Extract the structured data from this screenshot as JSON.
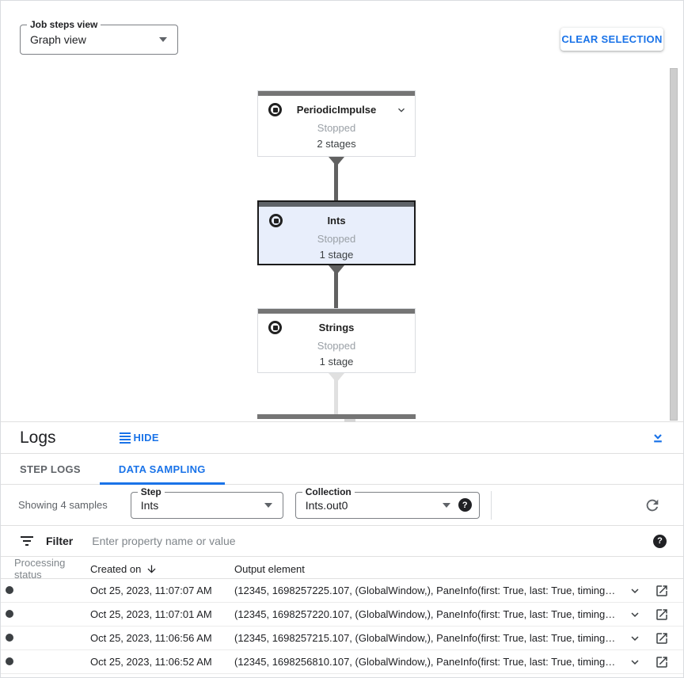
{
  "toolbar": {
    "job_steps_view": {
      "label": "Job steps view",
      "value": "Graph view"
    },
    "clear_selection_label": "CLEAR SELECTION"
  },
  "graph": {
    "nodes": [
      {
        "title": "PeriodicImpulse",
        "status": "Stopped",
        "stages": "2 stages",
        "selected": false,
        "expandable": true
      },
      {
        "title": "Ints",
        "status": "Stopped",
        "stages": "1 stage",
        "selected": true,
        "expandable": false
      },
      {
        "title": "Strings",
        "status": "Stopped",
        "stages": "1 stage",
        "selected": false,
        "expandable": false
      }
    ],
    "edges": [
      {
        "from": "PeriodicImpulse",
        "to": "Ints"
      },
      {
        "from": "Ints",
        "to": "Strings"
      },
      {
        "from": "Strings",
        "to": "(offscreen node)"
      }
    ]
  },
  "logs_panel": {
    "title": "Logs",
    "hide_label": "HIDE",
    "tabs": [
      {
        "label": "STEP LOGS",
        "active": false
      },
      {
        "label": "DATA SAMPLING",
        "active": true
      }
    ],
    "samples_summary": "Showing 4 samples",
    "step_select": {
      "label": "Step",
      "value": "Ints"
    },
    "collection_select": {
      "label": "Collection",
      "value": "Ints.out0"
    },
    "help_glyph": "?",
    "filter": {
      "label": "Filter",
      "placeholder": "Enter property name or value"
    },
    "table": {
      "columns": [
        "Processing status",
        "Created on",
        "Output element"
      ],
      "rows": [
        {
          "created_on": "Oct 25, 2023, 11:07:07 AM",
          "output_element": "(12345, 1698257225.107, (GlobalWindow,), PaneInfo(first: True, last: True, timing…"
        },
        {
          "created_on": "Oct 25, 2023, 11:07:01 AM",
          "output_element": "(12345, 1698257220.107, (GlobalWindow,), PaneInfo(first: True, last: True, timing…"
        },
        {
          "created_on": "Oct 25, 2023, 11:06:56 AM",
          "output_element": "(12345, 1698257215.107, (GlobalWindow,), PaneInfo(first: True, last: True, timing…"
        },
        {
          "created_on": "Oct 25, 2023, 11:06:52 AM",
          "output_element": "(12345, 1698256810.107, (GlobalWindow,), PaneInfo(first: True, last: True, timing…"
        }
      ]
    }
  },
  "icons": {
    "dropdown_arrow": "▼ css-triangle",
    "node_stop_status": "ring-with-square",
    "node_expand_chevron": "keyboard-arrow-down",
    "hide_lines": "4 horizontal blue bars",
    "collapse_panel": "chevron-down-over-line",
    "help": "dark circle with ?",
    "refresh": "circular arrow",
    "filter": "filter-list bars",
    "sort_descending": "arrow-downward",
    "row_expand": "keyboard-arrow-down",
    "open_in_new": "box with arrow",
    "processing_status_dot": "filled circle"
  },
  "colors": {
    "accent_blue": "#1a73e8",
    "node_topbar_gray": "#757575",
    "selected_node_bg": "#e8eefb",
    "edge_dark": "#616161",
    "edge_light": "#e0e0e0",
    "muted_text": "#5f6368",
    "status_stopped_text": "#9aa0a6"
  }
}
